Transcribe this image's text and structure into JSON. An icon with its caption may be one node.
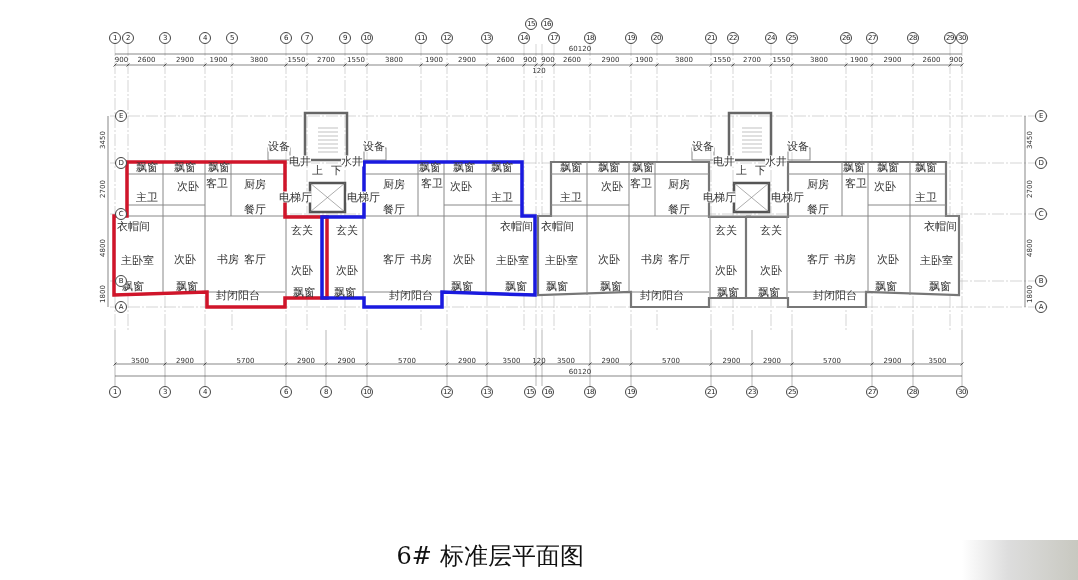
{
  "diagram": {
    "title": "6# 标准层平面图",
    "nodes": [
      {
        "text": [
          "飘窗",
          "飘窗",
          "飘窗",
          "次卧",
          "客卫",
          "厨房",
          "主卫",
          "餐厅",
          "衣帽间",
          "玄关",
          "主卧室",
          "次卧",
          "书房",
          "客厅",
          "次卧",
          "飘窗",
          "飘窗",
          "封闭阳台",
          "飘窗"
        ]
      },
      {
        "text": [
          "飘窗",
          "飘窗",
          "飘窗",
          "厨房",
          "客卫",
          "次卧",
          "餐厅",
          "主卫",
          "玄关",
          "衣帽间",
          "次卧",
          "客厅",
          "书房",
          "次卧",
          "主卧室",
          "飘窗",
          "封闭阳台",
          "飘窗",
          "飘窗"
        ]
      }
    ],
    "labels": [
      "1",
      "2",
      "3",
      "4",
      "5",
      "6",
      "7",
      "9",
      "10",
      "11",
      "12",
      "13",
      "14",
      "15",
      "16",
      "17",
      "18",
      "19",
      "20",
      "21",
      "22",
      "24",
      "25",
      "26",
      "27",
      "28",
      "29",
      "30",
      "60120",
      "900",
      "2600",
      "2900",
      "1900",
      "3800",
      "1550",
      "2700",
      "1550",
      "3800",
      "1900",
      "2900",
      "2600",
      "900",
      "120",
      "900",
      "2600",
      "2900",
      "1900",
      "3800",
      "1550",
      "2700",
      "1550",
      "3800",
      "1900",
      "2900",
      "2600",
      "900",
      "E",
      "D",
      "C",
      "B",
      "A",
      "3450",
      "2700",
      "4800",
      "1800",
      "E",
      "D",
      "C",
      "B",
      "A",
      "3450",
      "2700",
      "4800",
      "1800",
      "设备",
      "电井",
      "水井",
      "设备",
      "上",
      "下",
      "电梯厅",
      "电梯厅",
      "设备",
      "电井",
      "水井",
      "设备",
      "上",
      "下",
      "电梯厅",
      "电梯厅",
      "飘窗",
      "飘窗",
      "飘窗",
      "次卧",
      "客卫",
      "厨房",
      "主卫",
      "餐厅",
      "衣帽间",
      "玄关",
      "主卧室",
      "次卧",
      "书房",
      "客厅",
      "次卧",
      "飘窗",
      "飘窗",
      "封闭阳台",
      "飘窗",
      "飘窗",
      "飘窗",
      "飘窗",
      "厨房",
      "客卫",
      "次卧",
      "餐厅",
      "主卫",
      "玄关",
      "衣帽间",
      "次卧",
      "客厅",
      "书房",
      "次卧",
      "主卧室",
      "飘窗",
      "封闭阳台",
      "飘窗",
      "飘窗",
      "3500",
      "2900",
      "5700",
      "2900",
      "2900",
      "5700",
      "2900",
      "3500",
      "120",
      "3500",
      "2900",
      "5700",
      "2900",
      "2900",
      "5700",
      "2900",
      "3500",
      "60120",
      "1",
      "3",
      "4",
      "6",
      "8",
      "10",
      "12",
      "13",
      "15",
      "16",
      "18",
      "19",
      "21",
      "23",
      "25",
      "27",
      "28",
      "30"
    ]
  }
}
